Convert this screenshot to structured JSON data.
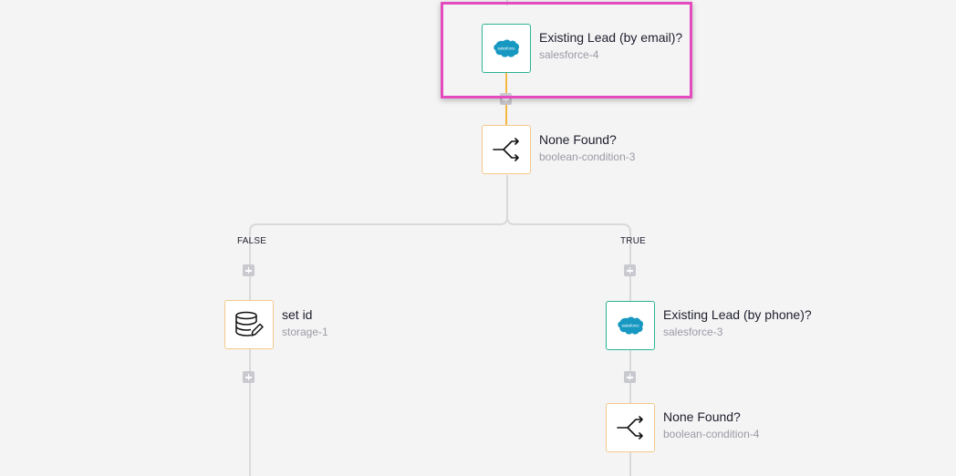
{
  "nodes": {
    "sf4": {
      "title": "Existing Lead (by email)?",
      "subtitle": "salesforce-4",
      "logo_text": "salesforce",
      "icon": "salesforce-cloud-icon"
    },
    "cond3": {
      "title": "None Found?",
      "subtitle": "boolean-condition-3",
      "icon": "branch-split-icon"
    },
    "storage1": {
      "title": "set id",
      "subtitle": "storage-1",
      "icon": "database-edit-icon"
    },
    "sf3": {
      "title": "Existing Lead (by phone)?",
      "subtitle": "salesforce-3",
      "logo_text": "salesforce",
      "icon": "salesforce-cloud-icon"
    },
    "cond4": {
      "title": "None Found?",
      "subtitle": "boolean-condition-4",
      "icon": "branch-split-icon"
    }
  },
  "branches": {
    "false_label": "FALSE",
    "true_label": "TRUE"
  },
  "colors": {
    "background": "#f4f4f4",
    "salesforce_blue": "#1798c1",
    "salesforce_border": "#2bb394",
    "condition_border": "#f5c98a",
    "active_connector": "#f5b942",
    "highlight": "#e44bbf"
  }
}
